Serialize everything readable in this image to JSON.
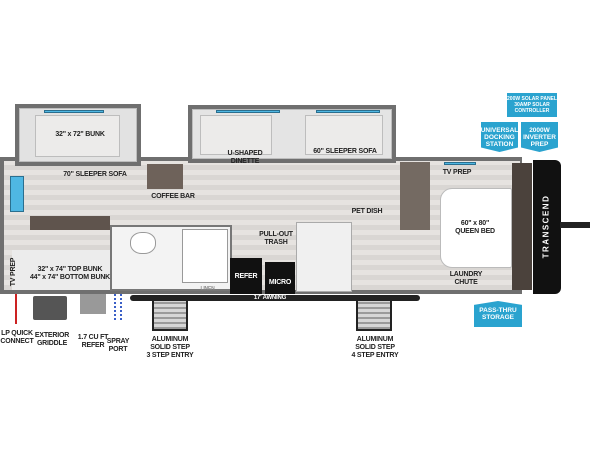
{
  "rooms": {
    "bunk_slide": "32\" x 72\" BUNK",
    "sleeper_sofa_70": "70\" SLEEPER SOFA",
    "coffee_bar": "COFFEE BAR",
    "dinette": "U-SHAPED\nDINETTE",
    "sleeper_sofa_60": "60\" SLEEPER SOFA",
    "pull_out_trash": "PULL-OUT\nTRASH",
    "pet_dish": "PET DISH",
    "tv_prep_front": "TV PREP",
    "queen_bed": "60\" x 80\"\nQUEEN BED",
    "laundry_chute": "LAUNDRY\nCHUTE",
    "tv_prep_rear": "TV PREP",
    "bunks": "32\" x 74\" TOP BUNK\n44\" x 74\" BOTTOM BUNK",
    "refer": "REFER",
    "micro": "MICRO",
    "linen": "LINEN",
    "awning": "17' AWNING",
    "brand": "TRANSCEND"
  },
  "callouts": {
    "solar": "200W SOLAR PANEL\n30AMP SOLAR\nCONTROLLER",
    "docking": "UNIVERSAL\nDOCKING\nSTATION",
    "inverter": "2000W\nINVERTER\nPREP",
    "pass_thru": "PASS-THRU\nSTORAGE"
  },
  "exterior": {
    "lp": "LP QUICK\nCONNECT",
    "griddle": "EXTERIOR\nGRIDDLE",
    "refer": "1.7 CU FT\nREFER",
    "spray": "SPRAY\nPORT",
    "step3": "ALUMINUM\nSOLID STEP\n3 STEP ENTRY",
    "step4": "ALUMINUM\nSOLID STEP\n4 STEP ENTRY"
  },
  "colors": {
    "callout": "#2aa3cf",
    "window": "#4fb7e3"
  }
}
